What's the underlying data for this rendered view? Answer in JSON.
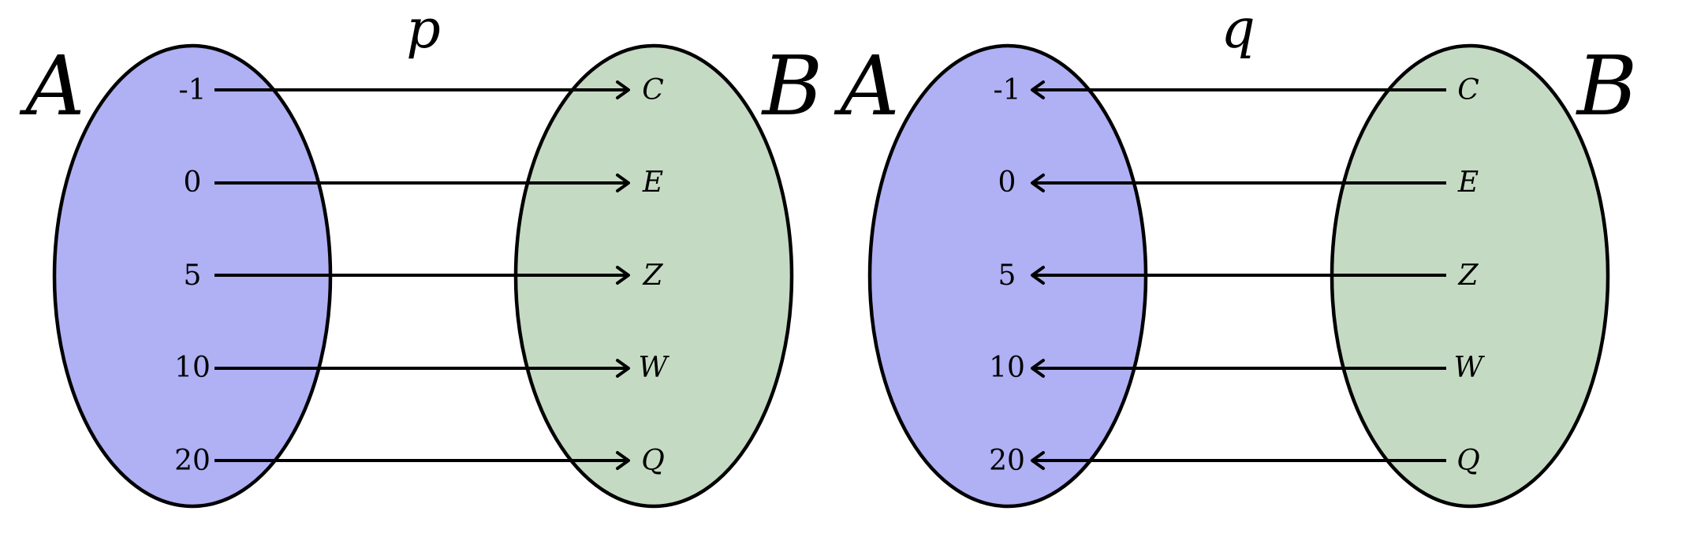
{
  "diagrams": [
    {
      "map_label": "p",
      "direction": "A-to-B",
      "domain_label": "A",
      "codomain_label": "B",
      "domain_elements": [
        "-1",
        "0",
        "5",
        "10",
        "20"
      ],
      "codomain_elements": [
        "C",
        "E",
        "Z",
        "W",
        "Q"
      ]
    },
    {
      "map_label": "q",
      "direction": "B-to-A",
      "domain_label": "A",
      "codomain_label": "B",
      "domain_elements": [
        "-1",
        "0",
        "5",
        "10",
        "20"
      ],
      "codomain_elements": [
        "C",
        "E",
        "Z",
        "W",
        "Q"
      ]
    }
  ],
  "colors": {
    "set_a": "#b0b0f5",
    "set_b": "#c5dac3",
    "stroke": "#000000"
  }
}
